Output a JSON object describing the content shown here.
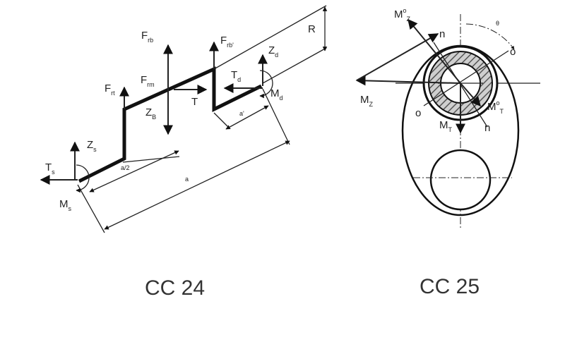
{
  "fig24": {
    "caption": "CC 24",
    "labels": {
      "F_rb": "F",
      "F_rb_sub": "rb",
      "F_rb2": "F",
      "F_rb2_sub": "rb'",
      "F_rt": "F",
      "F_rt_sub": "rt",
      "F_rm": "F",
      "F_rm_sub": "rm",
      "Z_B": "Z",
      "Z_B_sub": "B",
      "T": "T",
      "T_d": "T",
      "T_d_sub": "d",
      "Z_d": "Z",
      "Z_d_sub": "d",
      "M_d": "M",
      "M_d_sub": "d",
      "Z_s": "Z",
      "Z_s_sub": "s",
      "T_s": "T",
      "T_s_sub": "s",
      "M_s": "M",
      "M_s_sub": "s",
      "R": "R",
      "a": "a",
      "a_half": "a/2",
      "a_prime": "a'"
    }
  },
  "fig25": {
    "caption": "CC 25",
    "labels": {
      "MoZ": "M",
      "MoZ_sup": "o",
      "MoZ_sub": "Z",
      "MZ": "M",
      "MZ_sub": "Z",
      "MoT": "M",
      "MoT_sup": "o",
      "MoT_sub": "T",
      "MT": "M",
      "MT_sub": "T",
      "n_top": "n",
      "n_bottom": "n",
      "o_right": "o",
      "o_left": "o",
      "theta": "θ"
    }
  }
}
